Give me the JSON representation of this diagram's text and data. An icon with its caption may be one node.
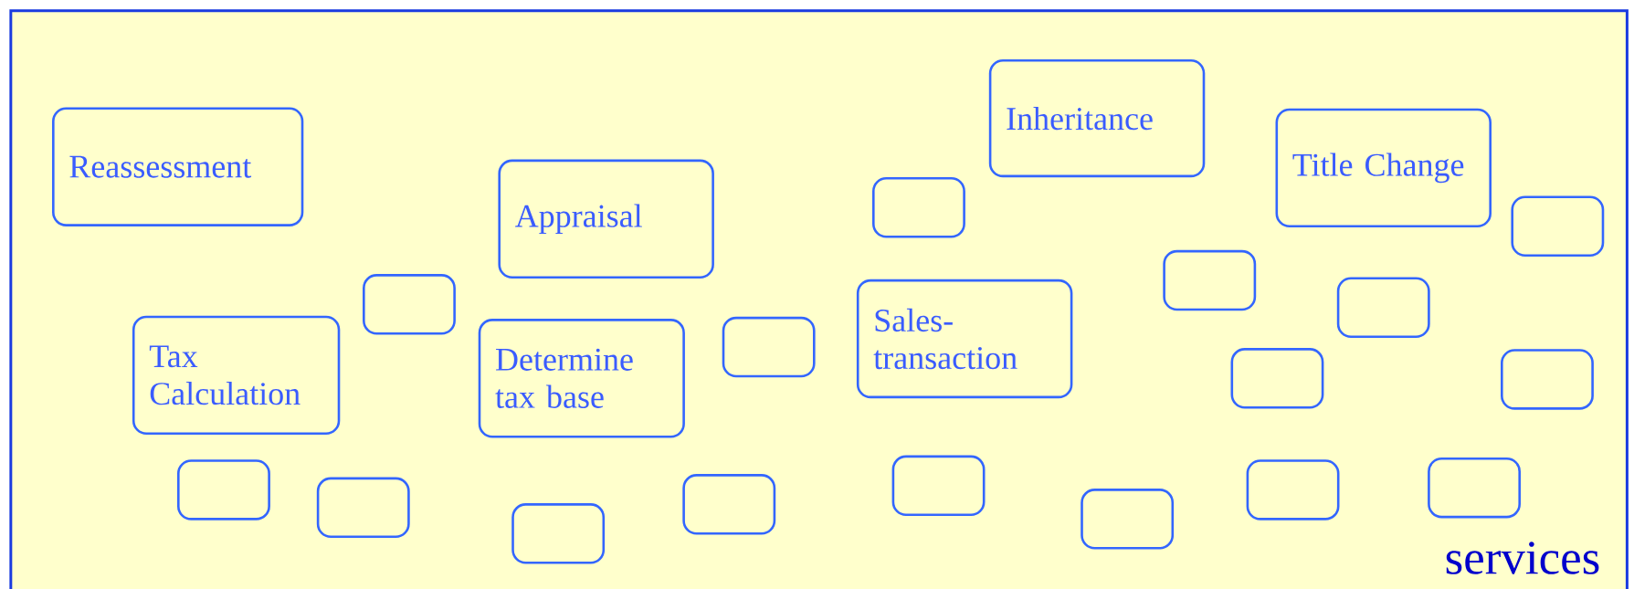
{
  "diagram": {
    "nodes": [
      {
        "text": [
          "services"
        ]
      },
      {
        "text": [
          "Inheritance"
        ],
        "in": 0
      },
      {
        "text": [
          "Reassessment"
        ],
        "in": 0
      },
      {
        "text": [
          "Title Change"
        ],
        "in": 0
      },
      {
        "text": [
          "Appraisal"
        ],
        "in": 0
      },
      {
        "text": [],
        "shape": "box",
        "in": 0
      },
      {
        "text": [],
        "shape": "box",
        "in": 0
      },
      {
        "text": [],
        "shape": "box",
        "in": 0
      },
      {
        "text": [],
        "shape": "box",
        "in": 0
      },
      {
        "text": [],
        "shape": "box",
        "in": 0
      },
      {
        "text": [
          "Sales-transaction"
        ],
        "in": 0
      },
      {
        "text": [
          "Tax Calculation"
        ],
        "in": 0
      },
      {
        "text": [],
        "shape": "box",
        "in": 0
      },
      {
        "text": [
          "Determine tax base"
        ],
        "in": 0
      },
      {
        "text": [],
        "shape": "box",
        "in": 0
      },
      {
        "text": [],
        "shape": "box",
        "in": 0
      },
      {
        "text": [],
        "shape": "box",
        "in": 0
      },
      {
        "text": [],
        "shape": "box",
        "in": 0
      },
      {
        "text": [],
        "shape": "box",
        "in": 0
      },
      {
        "text": [],
        "shape": "box",
        "in": 0
      },
      {
        "text": [],
        "shape": "box",
        "in": 0
      },
      {
        "text": [],
        "shape": "box",
        "in": 0
      },
      {
        "text": [],
        "shape": "box",
        "in": 0
      },
      {
        "text": [],
        "shape": "box",
        "in": 0
      }
    ]
  }
}
